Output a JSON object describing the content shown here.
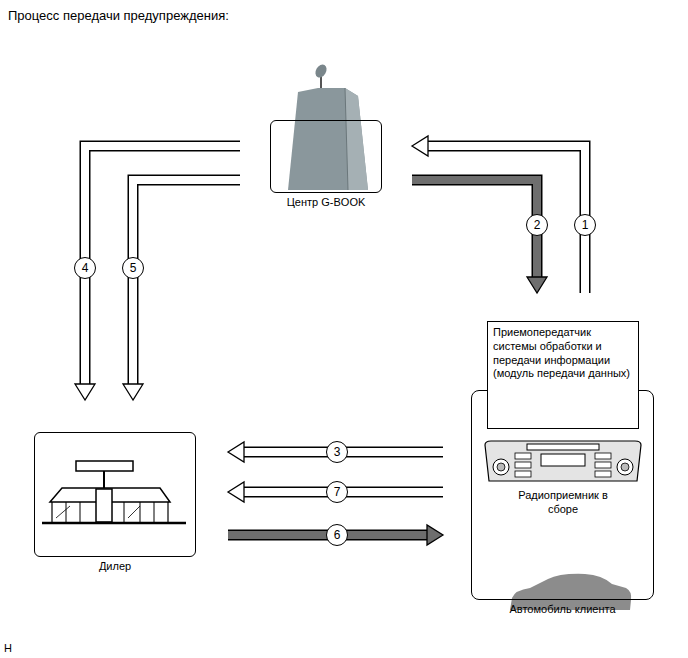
{
  "diagram": {
    "title": "Процесс передачи предупреждения:",
    "nodes": [
      {
        "text": [
          "Центр G-BOOK"
        ]
      },
      {
        "text": [
          "Автомобиль клиента"
        ]
      },
      {
        "text": [
          "Приемопередатчик системы обработки и передачи информации (модуль передачи данных)"
        ],
        "in": 1
      },
      {
        "text": [
          "Радиоприемник в сборе"
        ],
        "in": 1
      },
      {
        "text": [
          "Дилер"
        ]
      }
    ],
    "edges": [
      {
        "from": 2,
        "to": 0,
        "label": "1",
        "arrow": "to"
      },
      {
        "from": 0,
        "to": 2,
        "label": "2",
        "arrow": "to"
      },
      {
        "from": 1,
        "to": 4,
        "label": "3",
        "arrow": "to"
      },
      {
        "from": 0,
        "to": 4,
        "label": "4",
        "arrow": "to"
      },
      {
        "from": 0,
        "to": 4,
        "label": "5",
        "arrow": "to"
      },
      {
        "from": 4,
        "to": 1,
        "label": "6",
        "arrow": "to"
      },
      {
        "from": 1,
        "to": 4,
        "label": "7",
        "arrow": "to"
      }
    ],
    "labels": [
      "H"
    ]
  }
}
